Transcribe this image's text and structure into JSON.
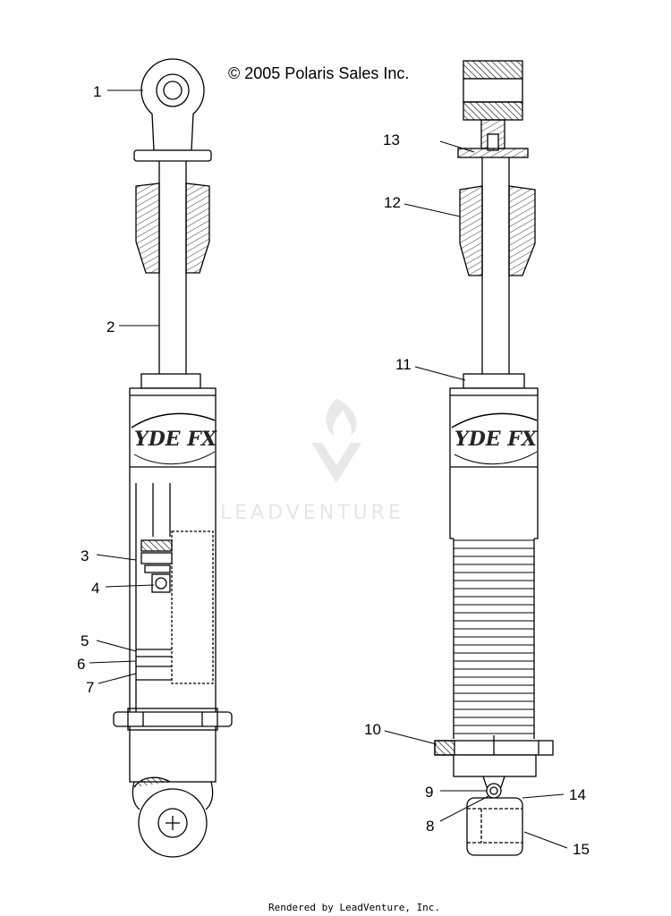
{
  "copyright": "© 2005 Polaris Sales Inc.",
  "watermark": "LEADVENTURE",
  "footer": "Rendered by LeadVenture, Inc.",
  "callouts": {
    "c1": "1",
    "c2": "2",
    "c3": "3",
    "c4": "4",
    "c5": "5",
    "c6": "6",
    "c7": "7",
    "c8": "8",
    "c9": "9",
    "c10": "10",
    "c11": "11",
    "c12": "12",
    "c13": "13",
    "c14": "14",
    "c15": "15"
  },
  "colors": {
    "line": "#000000",
    "watermark": "#e4e4e4"
  }
}
